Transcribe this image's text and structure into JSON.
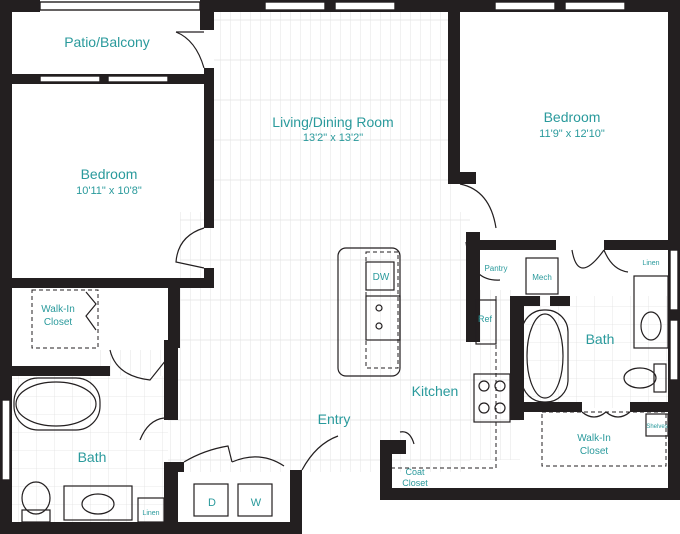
{
  "colors": {
    "label": "#2a9a9c",
    "wall": "#231f20",
    "floor_line": "#d8d8d8"
  },
  "rooms": {
    "patio": {
      "name": "Patio/Balcony"
    },
    "bedroom_left": {
      "name": "Bedroom",
      "size": "10'11\" x 10'8\""
    },
    "living": {
      "name": "Living/Dining Room",
      "size": "13'2\" x 13'2\""
    },
    "bedroom_right": {
      "name": "Bedroom",
      "size": "11'9\" x 12'10\""
    },
    "walkin_left": {
      "name1": "Walk-In",
      "name2": "Closet"
    },
    "walkin_right": {
      "name1": "Walk-In",
      "name2": "Closet"
    },
    "bath_left": {
      "name": "Bath"
    },
    "bath_right": {
      "name": "Bath"
    },
    "kitchen": {
      "name": "Kitchen"
    },
    "entry": {
      "name": "Entry"
    },
    "coat_closet": {
      "name1": "Coat",
      "name2": "Closet"
    }
  },
  "fixtures": {
    "dw": "DW",
    "pantry": "Pantry",
    "ref": "Ref",
    "mech": "Mech",
    "linen_right": "Linen",
    "linen_left": "Linen",
    "shelves": "Shelves",
    "dryer": "D",
    "washer": "W"
  }
}
